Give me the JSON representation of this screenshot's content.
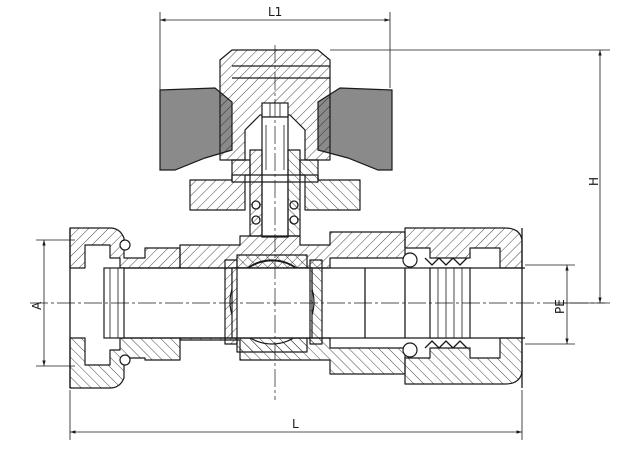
{
  "labels": {
    "top_width": "L1",
    "height": "H",
    "bore_left": "A",
    "pipe_end": "PE",
    "overall_length": "L"
  }
}
